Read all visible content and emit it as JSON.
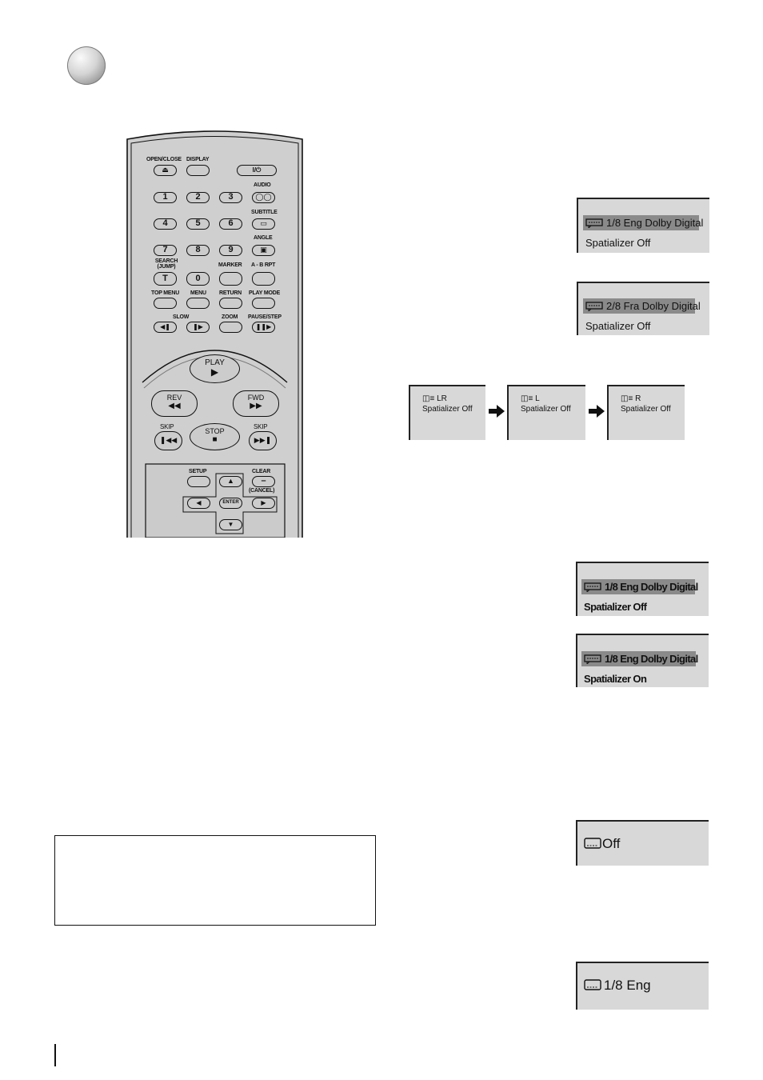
{
  "remote": {
    "open_close": "OPEN/CLOSE",
    "display": "DISPLAY",
    "power": "I/⏻",
    "audio": "AUDIO",
    "subtitle": "SUBTITLE",
    "angle": "ANGLE",
    "search_jump": "SEARCH (JUMP)",
    "marker": "MARKER",
    "ab_rpt": "A - B RPT",
    "top_menu": "TOP MENU",
    "menu": "MENU",
    "return": "RETURN",
    "play_mode": "PLAY MODE",
    "slow": "SLOW",
    "zoom": "ZOOM",
    "pause_step": "PAUSE/STEP",
    "play": "PLAY",
    "rev": "REV",
    "fwd": "FWD",
    "skip_left": "SKIP",
    "skip_right": "SKIP",
    "stop": "STOP",
    "setup": "SETUP",
    "clear": "CLEAR",
    "cancel": "(CANCEL)",
    "enter": "ENTER",
    "digits": [
      "1",
      "2",
      "3",
      "4",
      "5",
      "6",
      "7",
      "8",
      "9",
      "T",
      "0"
    ]
  },
  "osd": {
    "box1": {
      "line1": "1/8 Eng Dolby Digital",
      "line2": "Spatializer Off"
    },
    "box2": {
      "line1": "2/8 Fra Dolby Digital",
      "line2": "Spatializer Off"
    },
    "seq": [
      {
        "channel": "LR",
        "line2": "Spatializer Off"
      },
      {
        "channel": "L",
        "line2": "Spatializer Off"
      },
      {
        "channel": "R",
        "line2": "Spatializer Off"
      }
    ],
    "box3": {
      "line1": "1/8 Eng Dolby Digital",
      "line2": "Spatializer Off"
    },
    "box4": {
      "line1": "1/8 Eng Dolby Digital",
      "line2": "Spatializer On"
    },
    "box5": {
      "text": "Off"
    },
    "box6": {
      "text": "1/8 Eng"
    }
  }
}
